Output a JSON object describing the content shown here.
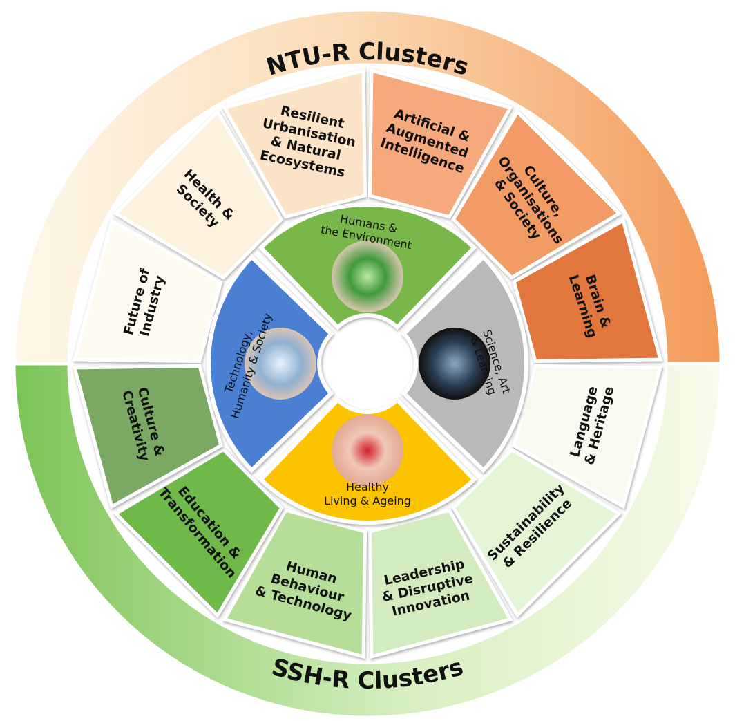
{
  "rings": {
    "top": {
      "title": "NTU-R Clusters",
      "color_light": "#fdf8ea",
      "color_dark": "#f39a5a"
    },
    "bottom": {
      "title": "SSH-R Clusters",
      "color_dark": "#7cc456",
      "color_light": "#f8fbea"
    }
  },
  "segments": [
    {
      "lines": [
        "Future of",
        "Industry"
      ],
      "color": "#fdfbf0",
      "rot": -75
    },
    {
      "lines": [
        "Health &",
        "Society"
      ],
      "color": "#fcf2de",
      "rot": 45
    },
    {
      "lines": [
        "Resilient",
        "Urbanisation",
        "& Natural",
        "Ecosystems"
      ],
      "color": "#fbe3c7",
      "rot": 12
    },
    {
      "lines": [
        "Artificial &",
        "Augmented",
        "Intelligence"
      ],
      "color": "#f6a97c",
      "rot": 18
    },
    {
      "lines": [
        "Culture,",
        "Organisations",
        "& Society"
      ],
      "color": "#f29b64",
      "rot": 55
    },
    {
      "lines": [
        "Brain &",
        "Learning"
      ],
      "color": "#e2773e",
      "rot": 72
    },
    {
      "lines": [
        "Language",
        "& Heritage"
      ],
      "color": "#f7faee",
      "rot": -75
    },
    {
      "lines": [
        "Sustainability",
        "& Resilience"
      ],
      "color": "#e4f5d6",
      "rot": -45
    },
    {
      "lines": [
        "Leadership",
        "& Disruptive",
        "Innovation"
      ],
      "color": "#d3ecbf",
      "rot": -12
    },
    {
      "lines": [
        "Human",
        "Behaviour",
        "& Technology"
      ],
      "color": "#b7de98",
      "rot": 15
    },
    {
      "lines": [
        "Education &",
        "Transformation"
      ],
      "color": "#6fb84a",
      "rot": 50
    },
    {
      "lines": [
        "Culture &",
        "Creativity"
      ],
      "color": "#7ba964",
      "rot": 75
    }
  ],
  "hubs": [
    {
      "lines": [
        "Humans &",
        "the Environment"
      ],
      "color": "#78b84a",
      "rot": 10,
      "icon": "globe-in-hands"
    },
    {
      "lines": [
        "Science, Art",
        "& Learning"
      ],
      "color": "#b9b9b9",
      "rot": 72,
      "icon": "robot-hand"
    },
    {
      "lines": [
        "Healthy",
        "Living & Ageing"
      ],
      "color": "#fcc300",
      "rot": 0,
      "icon": "hands-with-rose"
    },
    {
      "lines": [
        "Technology,",
        "Humanity & Society"
      ],
      "color": "#4a7fd3",
      "rot": -72,
      "icon": "digital-hands"
    }
  ]
}
